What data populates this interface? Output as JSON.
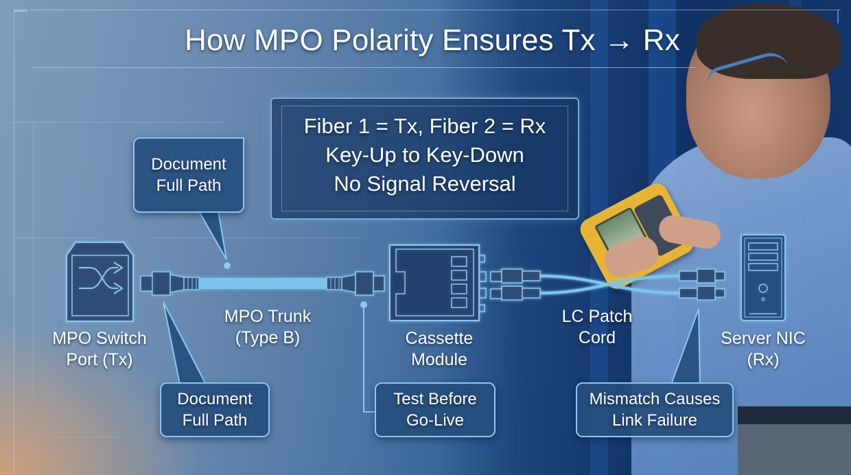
{
  "title": "How MPO Polarity Ensures Tx → Rx",
  "rule_box": {
    "lines": [
      "Fiber 1 = Tx, Fiber 2 = Rx",
      "Key-Up to Key-Down",
      "No Signal Reversal"
    ]
  },
  "components": [
    {
      "id": "switch",
      "icon": "switch-icon",
      "label_lines": [
        "MPO Switch",
        "Port (Tx)"
      ]
    },
    {
      "id": "trunk",
      "icon": "mpo-trunk-cable-icon",
      "label_lines": [
        "MPO Trunk",
        "(Type B)"
      ]
    },
    {
      "id": "cassette",
      "icon": "cassette-module-icon",
      "label_lines": [
        "Cassette",
        "Module"
      ]
    },
    {
      "id": "patch",
      "icon": "lc-patch-cord-icon",
      "label_lines": [
        "LC Patch",
        "Cord"
      ]
    },
    {
      "id": "server",
      "icon": "server-icon",
      "label_lines": [
        "Server NIC",
        "(Rx)"
      ]
    }
  ],
  "callouts": [
    {
      "id": "top-doc",
      "lines": [
        "Document",
        "Full Path"
      ]
    },
    {
      "id": "bottom-doc",
      "lines": [
        "Document",
        "Full Path"
      ]
    },
    {
      "id": "test",
      "lines": [
        "Test Before",
        "Go-Live"
      ]
    },
    {
      "id": "mismatch",
      "lines": [
        "Mismatch Causes",
        "Link Failure"
      ]
    }
  ],
  "colors": {
    "accent_line": "#8cc8ef",
    "cable": "#7cc6ee",
    "callout_fill": "#264e7d",
    "tester_yellow": "#e8b433"
  }
}
